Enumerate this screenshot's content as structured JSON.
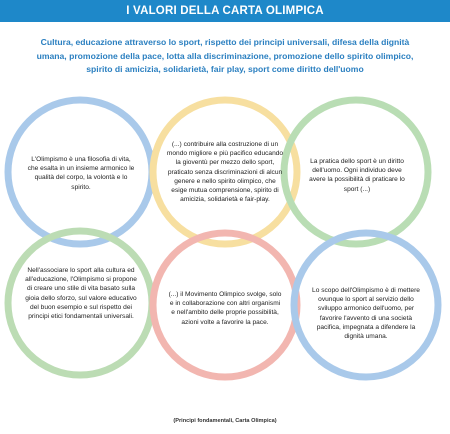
{
  "title": "I VALORI DELLA CARTA OLIMPICA",
  "subtitle": "Cultura, educazione attraverso lo sport, rispetto dei principi universali, difesa della dignità umana, promozione della pace, lotta alla discriminazione, promozione dello spirito olimpico, spirito di amicizia, solidarietà, fair play, sport come diritto dell'uomo",
  "rings": [
    {
      "color": "#a9c9ea",
      "text": "L'Olimpismo è una filosofia di vita, che esalta in un insieme armonico le qualità del corpo, la volontà e lo spirito."
    },
    {
      "color": "#f7dfa0",
      "text": "(...) contribuire alla costruzione di un mondo migliore e più pacifico educando la gioventù per mezzo dello sport, praticato senza discriminazioni di alcun genere e nello spirito olimpico, che esige mutua comprensione, spirito di amicizia, solidarietà e fair-play."
    },
    {
      "color": "#b9ddb4",
      "text": "La pratica dello sport è un diritto dell'uomo. Ogni individuo deve avere la possibilità di praticare lo sport (...)"
    },
    {
      "color": "#bcdcb4",
      "text": "Nell'associare lo sport alla cultura ed all'educazione, l'Olimpismo si propone di creare uno stile di vita basato sulla gioia dello sforzo, sul valore educativo del buon esempio e sul rispetto dei principi etici fondamentali universali."
    },
    {
      "color": "#f2b6b0",
      "text": "(...) il Movimento Olimpico svolge, solo e in collaborazione con altri organismi e nell'ambito delle proprie possibilità, azioni volte a favorire la pace."
    },
    {
      "color": "#a9c9ea",
      "text": "Lo scopo dell'Olimpismo è di mettere ovunque lo sport al servizio dello sviluppo armonico dell'uomo, per favorire l'avvento di una società pacifica, impegnata a difendere la dignità umana."
    }
  ],
  "footer": "(Principi fondamentali, Carta Olimpica)"
}
